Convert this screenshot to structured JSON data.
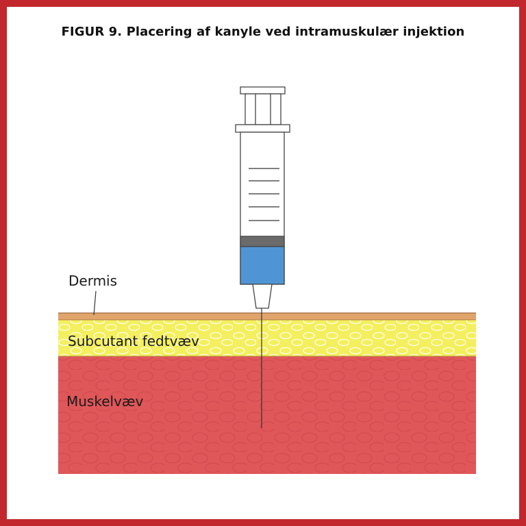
{
  "figure": {
    "title": "FIGUR 9. Placering af kanyle ved intramuskulær injektion",
    "labels": {
      "dermis": "Dermis",
      "subcutaneous": "Subcutant fedtvæv",
      "muscle": "Muskelvæv"
    },
    "colors": {
      "frame": "#c1272d",
      "dermis": "#e0a56c",
      "fat": "#f4ef5f",
      "muscle": "#e0575a",
      "liquid": "#4f95d4",
      "plunger_stopper": "#6b6b6b"
    }
  }
}
